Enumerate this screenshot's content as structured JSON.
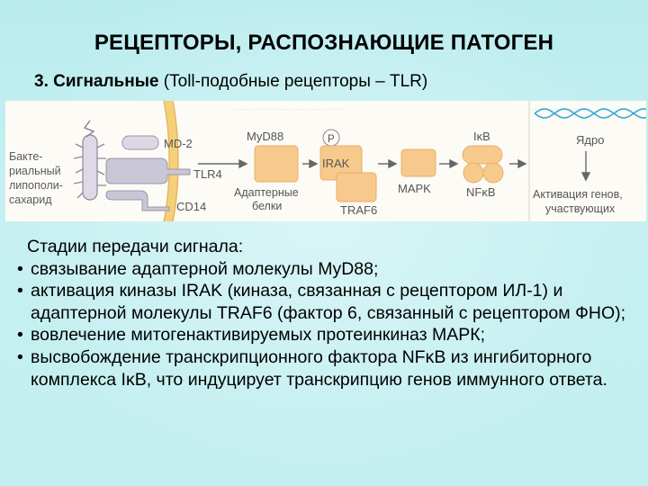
{
  "title": "РЕЦЕПТОРЫ, РАСПОЗНАЮЩИЕ ПАТОГЕН",
  "subtitle": {
    "bold": "3. Сигнальные",
    "rest": " (Toll-подобные рецепторы – TLR)"
  },
  "figure": {
    "lps_label": [
      "Бакте-",
      "риальный",
      "липополи-",
      "сахарид"
    ],
    "md2": "MD-2",
    "tlr4": "TLR4",
    "cd14": "CD14",
    "myd88": "MyD88",
    "adaptor_label": [
      "Адаптерные",
      "белки"
    ],
    "p": "P",
    "irak": "IRAK",
    "traf6": "TRAF6",
    "mapk": "MAPK",
    "ikb": "IκB",
    "nfkb": "NFκB",
    "nucleus": "Ядро",
    "activation_label": [
      "Активация генов,",
      "участвующих"
    ],
    "colors": {
      "membrane": "#f5cf7a",
      "protein": "#f7c98c",
      "receptor": "#c9c6d6",
      "dna": "#39a9d8"
    }
  },
  "stages": {
    "heading": "Стадии передачи сигнала:",
    "items": [
      "cвязывание адаптерной молекулы MyD88;",
      "активация киназы  IRAK (киназа, связанная с рецептором ИЛ-1) и адаптерной молекулы TRAF6 (фактор 6, связанный с рецептором ФНО);",
      "вовлечение митогенактивируемых протеинкиназ МАРК;",
      "высвобождение транскрипционного фактора NFκB из ингибиторного комплекса IκB, что индуцирует транскрипцию генов иммунного ответа."
    ]
  }
}
